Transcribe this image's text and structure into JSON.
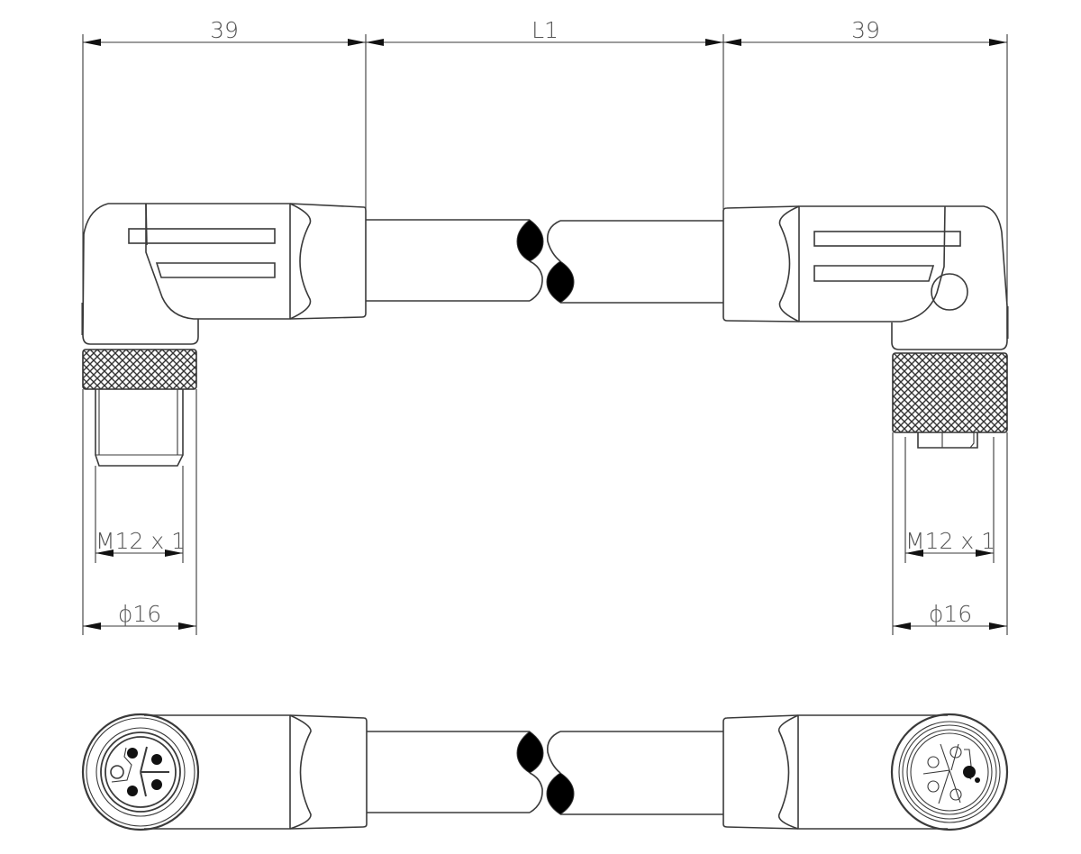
{
  "drawing": {
    "type": "angled M12 connector cable dimension drawing",
    "stroke_color": "#3a3a3a",
    "text_color": "#555555",
    "background": "#ffffff"
  },
  "dimensions": {
    "left_connector_length": "39",
    "cable_length": "L1",
    "right_connector_length": "39",
    "left_thread": "M12 x 1",
    "left_diameter": "ϕ16",
    "right_thread": "M12 x 1",
    "right_diameter": "ϕ16"
  },
  "views": {
    "side_view": {
      "left_connector": "male angled connector with knurled nut",
      "right_connector": "female angled connector with knurled nut and LED window",
      "cable_break": "break-symbol"
    },
    "bottom_view": {
      "left_face": "male 4-pin face (pins 1-4)",
      "right_face": "female 5-pin face (sockets 1-5)",
      "cable_break": "break-symbol"
    }
  }
}
